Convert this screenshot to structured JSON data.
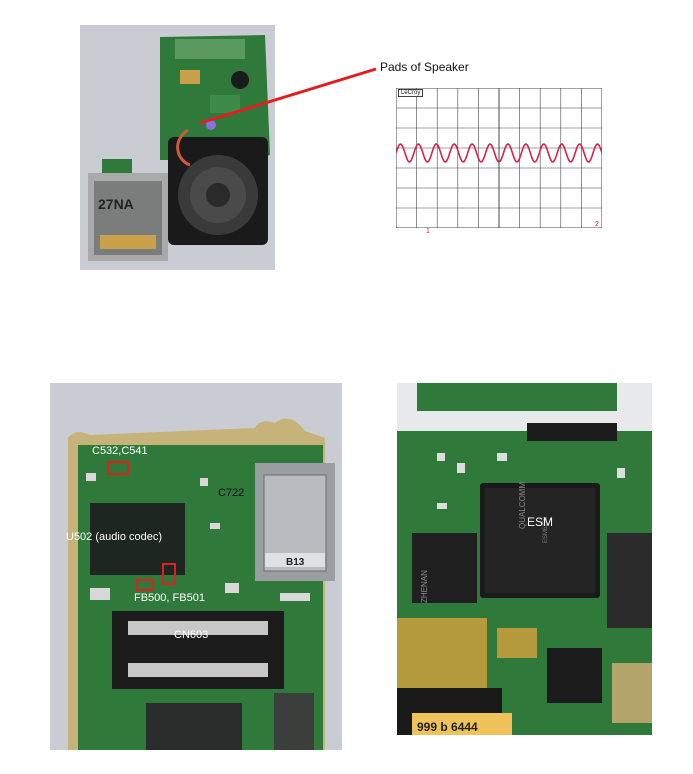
{
  "photo1": {
    "sd_label": "27NA"
  },
  "speaker_callout": {
    "label": "Pads of Speaker"
  },
  "oscilloscope": {
    "brand": "LeCroy",
    "ch_marker": "1",
    "right_marker": "2"
  },
  "photo2": {
    "labels": {
      "c532": "C532,C541",
      "c722": "C722",
      "u502": "U502 (audio codec)",
      "fb": "FB500, FB501",
      "cn603": "CN603",
      "conn": "B13"
    }
  },
  "photo3": {
    "labels": {
      "esm": "ESM",
      "chip_brand": "QUALCOMM",
      "chip_code": "ESM6270",
      "left_chip": "ZHENAN",
      "bottom_text": "999 b 6444"
    }
  },
  "colors": {
    "pcb_green": "#2f7a3a",
    "callout_red": "#e02020",
    "trace_red": "#d8224a"
  }
}
